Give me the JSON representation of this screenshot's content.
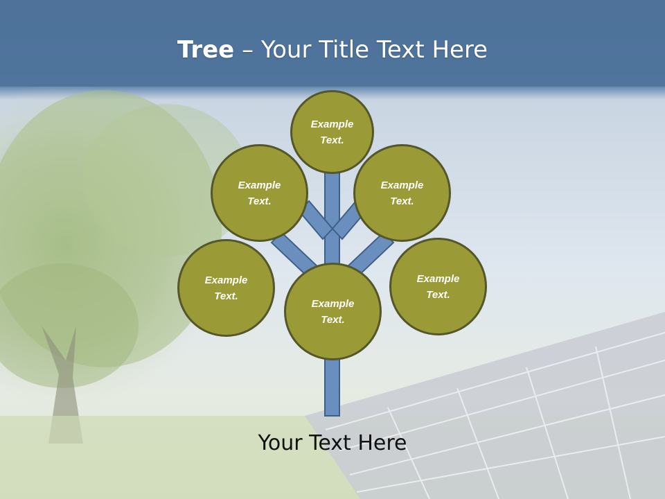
{
  "title": {
    "bold": "Tree",
    "rest": " – Your Title Text Here"
  },
  "nodes": [
    {
      "text": "Example Text."
    },
    {
      "text": "Example Text."
    },
    {
      "text": "Example Text."
    },
    {
      "text": "Example Text."
    },
    {
      "text": "Example Text."
    },
    {
      "text": "Example Text."
    }
  ],
  "footer": "Your Text Here",
  "colors": {
    "header": "#4f739b",
    "node_fill": "#9a9a36",
    "node_border": "#54572a",
    "branch": "#6a8fbf"
  }
}
